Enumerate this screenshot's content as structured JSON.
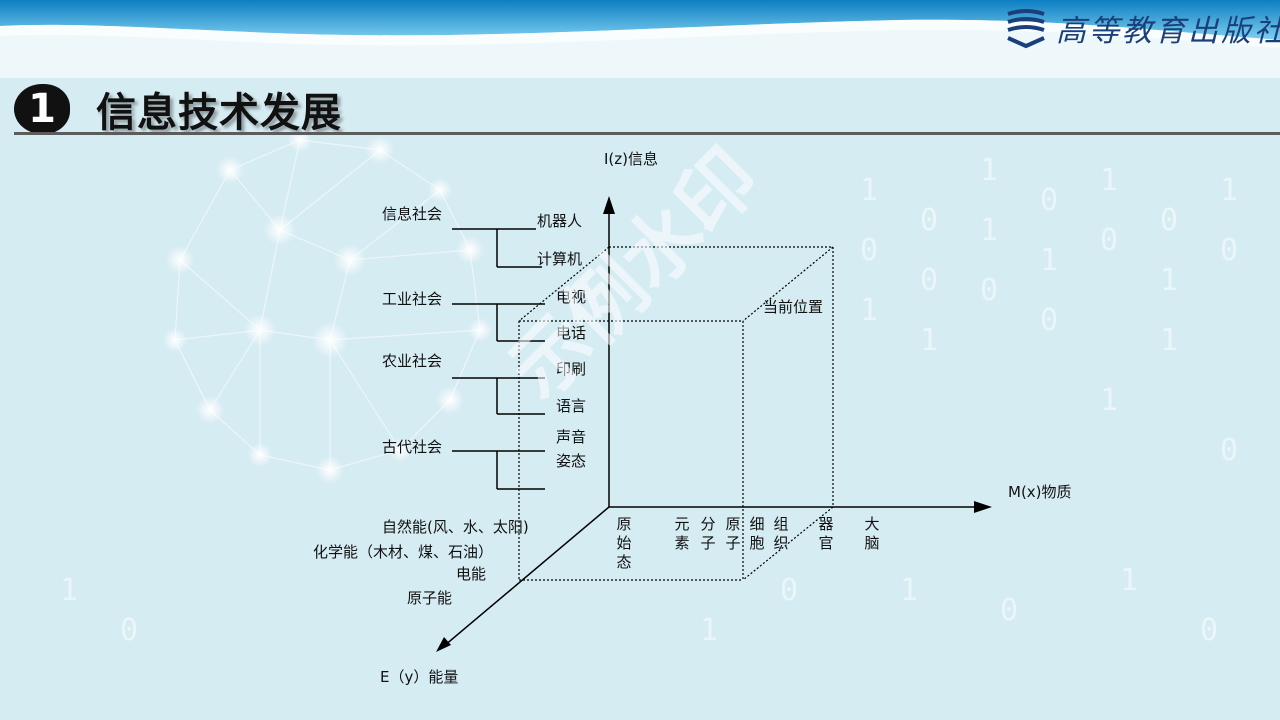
{
  "header": {
    "publisher_name": "高等教育出版社",
    "logo_icon": "publisher-logo-icon",
    "brand_color": "#1a3f7a"
  },
  "section": {
    "number": "1",
    "title": "信息技术发展"
  },
  "diagram": {
    "axes": {
      "z_label": "I(z)信息",
      "x_label": "M(x)物质",
      "y_label": "E（y）能量"
    },
    "societies": [
      "信息社会",
      "工业社会",
      "农业社会",
      "古代社会"
    ],
    "info_milestones": [
      "机器人",
      "计算机",
      "电视",
      "电话",
      "印刷",
      "语言",
      "声音",
      "姿态"
    ],
    "current_position": "当前位置",
    "matter_levels": [
      "原始态",
      "元素",
      "分子",
      "原子",
      "细胞",
      "组织",
      "器官",
      "大脑"
    ],
    "energy_levels": [
      "自然能(风、水、太阳)",
      "化学能（木材、煤、石油）",
      "电能",
      "原子能"
    ],
    "watermark": "示例水印"
  }
}
